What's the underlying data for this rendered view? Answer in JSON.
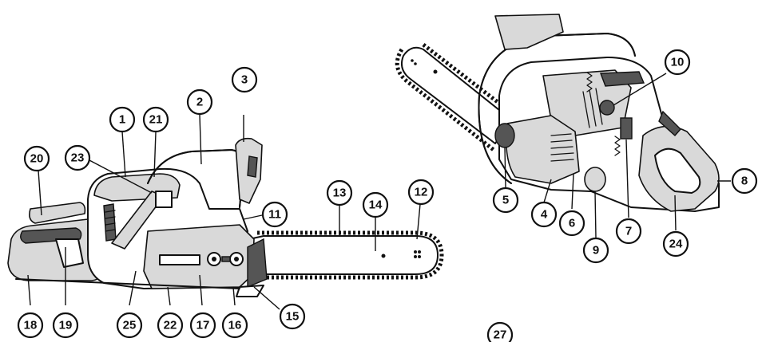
{
  "callouts": [
    {
      "id": "c1",
      "label": "1"
    },
    {
      "id": "c2",
      "label": "2"
    },
    {
      "id": "c3",
      "label": "3"
    },
    {
      "id": "c4",
      "label": "4"
    },
    {
      "id": "c5",
      "label": "5"
    },
    {
      "id": "c6",
      "label": "6"
    },
    {
      "id": "c7",
      "label": "7"
    },
    {
      "id": "c8",
      "label": "8"
    },
    {
      "id": "c9",
      "label": "9"
    },
    {
      "id": "c10",
      "label": "10"
    },
    {
      "id": "c11",
      "label": "11"
    },
    {
      "id": "c12",
      "label": "12"
    },
    {
      "id": "c13",
      "label": "13"
    },
    {
      "id": "c14",
      "label": "14"
    },
    {
      "id": "c15",
      "label": "15"
    },
    {
      "id": "c16",
      "label": "16"
    },
    {
      "id": "c17",
      "label": "17"
    },
    {
      "id": "c18",
      "label": "18"
    },
    {
      "id": "c19",
      "label": "19"
    },
    {
      "id": "c20",
      "label": "20"
    },
    {
      "id": "c21",
      "label": "21"
    },
    {
      "id": "c22",
      "label": "22"
    },
    {
      "id": "c23",
      "label": "23"
    },
    {
      "id": "c24",
      "label": "24"
    },
    {
      "id": "c25",
      "label": "25"
    },
    {
      "id": "c27",
      "label": "27"
    }
  ]
}
